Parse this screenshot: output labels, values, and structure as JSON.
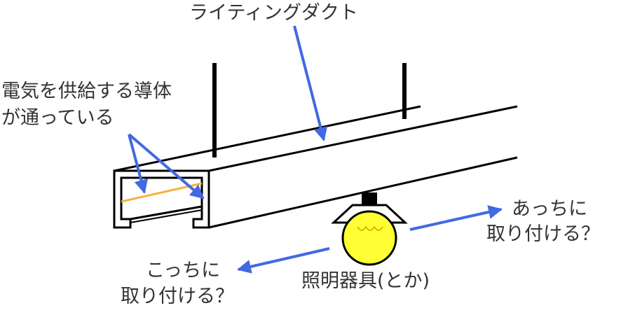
{
  "labels": {
    "duct": "ライティングダクト",
    "conductor_line1": "電気を供給する導体",
    "conductor_line2": "が通っている",
    "right_option_line1": "あっちに",
    "right_option_line2": "取り付ける？",
    "left_option_line1": "こっちに",
    "left_option_line2": "取り付ける？",
    "fixture": "照明器具(とか)"
  },
  "colors": {
    "line": "#000000",
    "arrow": "#4169e1",
    "conductor": "#f5b342",
    "bulb": "#ffff33",
    "text": "#333333"
  },
  "icons": {
    "fixture": "light-bulb-icon"
  }
}
